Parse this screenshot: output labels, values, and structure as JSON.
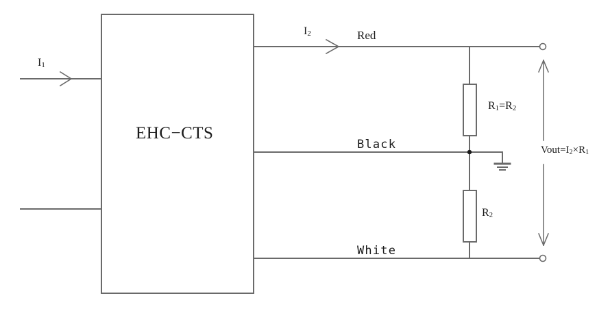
{
  "diagram": {
    "title_block": {
      "unit_label": "EHC−CTS"
    },
    "colors": {
      "wire": "#6a6a6a",
      "text": "#1a1a1a",
      "background": "#ffffff",
      "junction": "#1a1a1a"
    },
    "currents": [
      {
        "name": "primary-current",
        "label": "I",
        "subscript": "1"
      },
      {
        "name": "secondary-current",
        "label": "I",
        "subscript": "2"
      }
    ],
    "wire_labels": [
      {
        "name": "red-wire",
        "label": "Red"
      },
      {
        "name": "black-wire",
        "label": "Black"
      },
      {
        "name": "white-wire",
        "label": "White"
      }
    ],
    "resistors": [
      {
        "name": "upper-resistor",
        "label": "R",
        "sub1": "1",
        "operator": "=",
        "label2": "R",
        "sub2": "2"
      },
      {
        "name": "lower-resistor",
        "label": "R",
        "subscript": "2"
      }
    ],
    "output": {
      "name": "output-voltage",
      "prefix": "Vout=I",
      "sub1": "2",
      "times": "×",
      "suffix": "R",
      "sub2": "1"
    },
    "symbols": {
      "ground": "ground-symbol",
      "terminal_top": "output-terminal-positive",
      "terminal_bottom": "output-terminal-negative",
      "junction": "wire-junction-dot"
    }
  }
}
